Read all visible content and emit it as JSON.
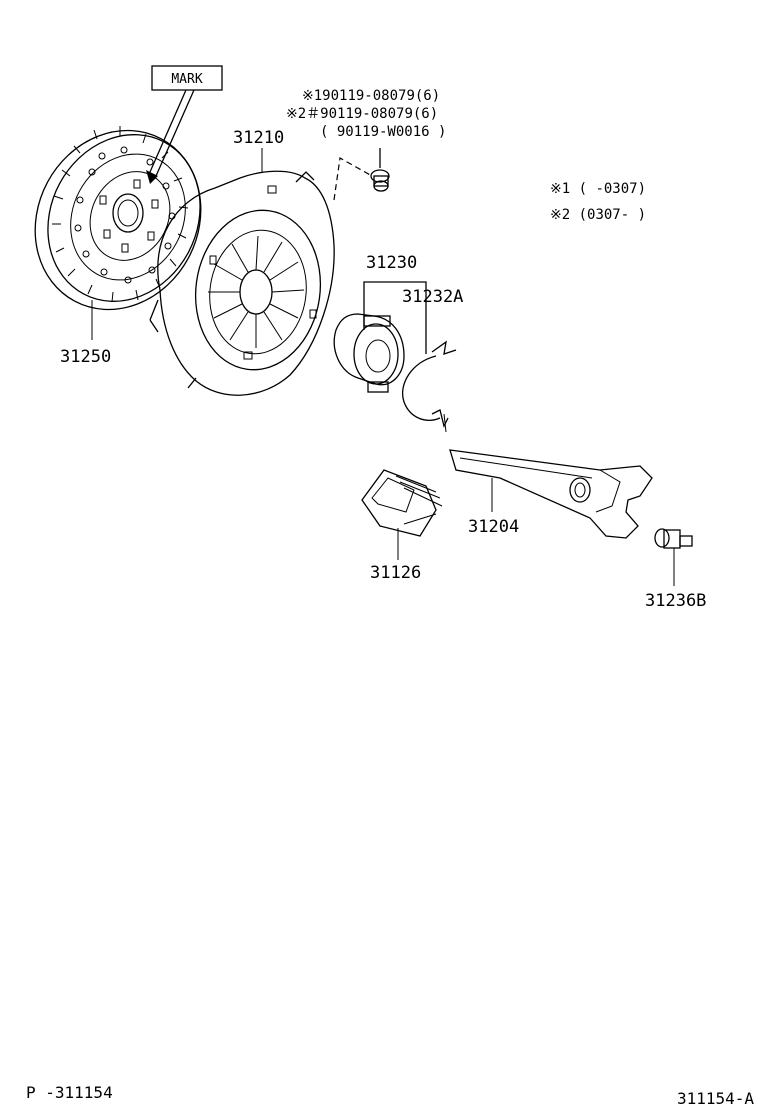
{
  "mark_label": "MARK",
  "bolt_notes": {
    "line1": "※190119-08079(6)",
    "line2": "※2＃90119-08079(6)",
    "line3": "( 90119-W0016 )"
  },
  "applicability": {
    "line1": "※1 (     -0307)",
    "line2": "※2 (0307-     )"
  },
  "parts": {
    "clutch_disc": "31250",
    "clutch_cover": "31210",
    "release_bearing": "31230",
    "bearing_clip": "31232A",
    "release_fork": "31204",
    "fork_boot": "31126",
    "pivot_stud": "31236B"
  },
  "footer": {
    "left_code": "P -311154",
    "right_code": "311154-A"
  }
}
